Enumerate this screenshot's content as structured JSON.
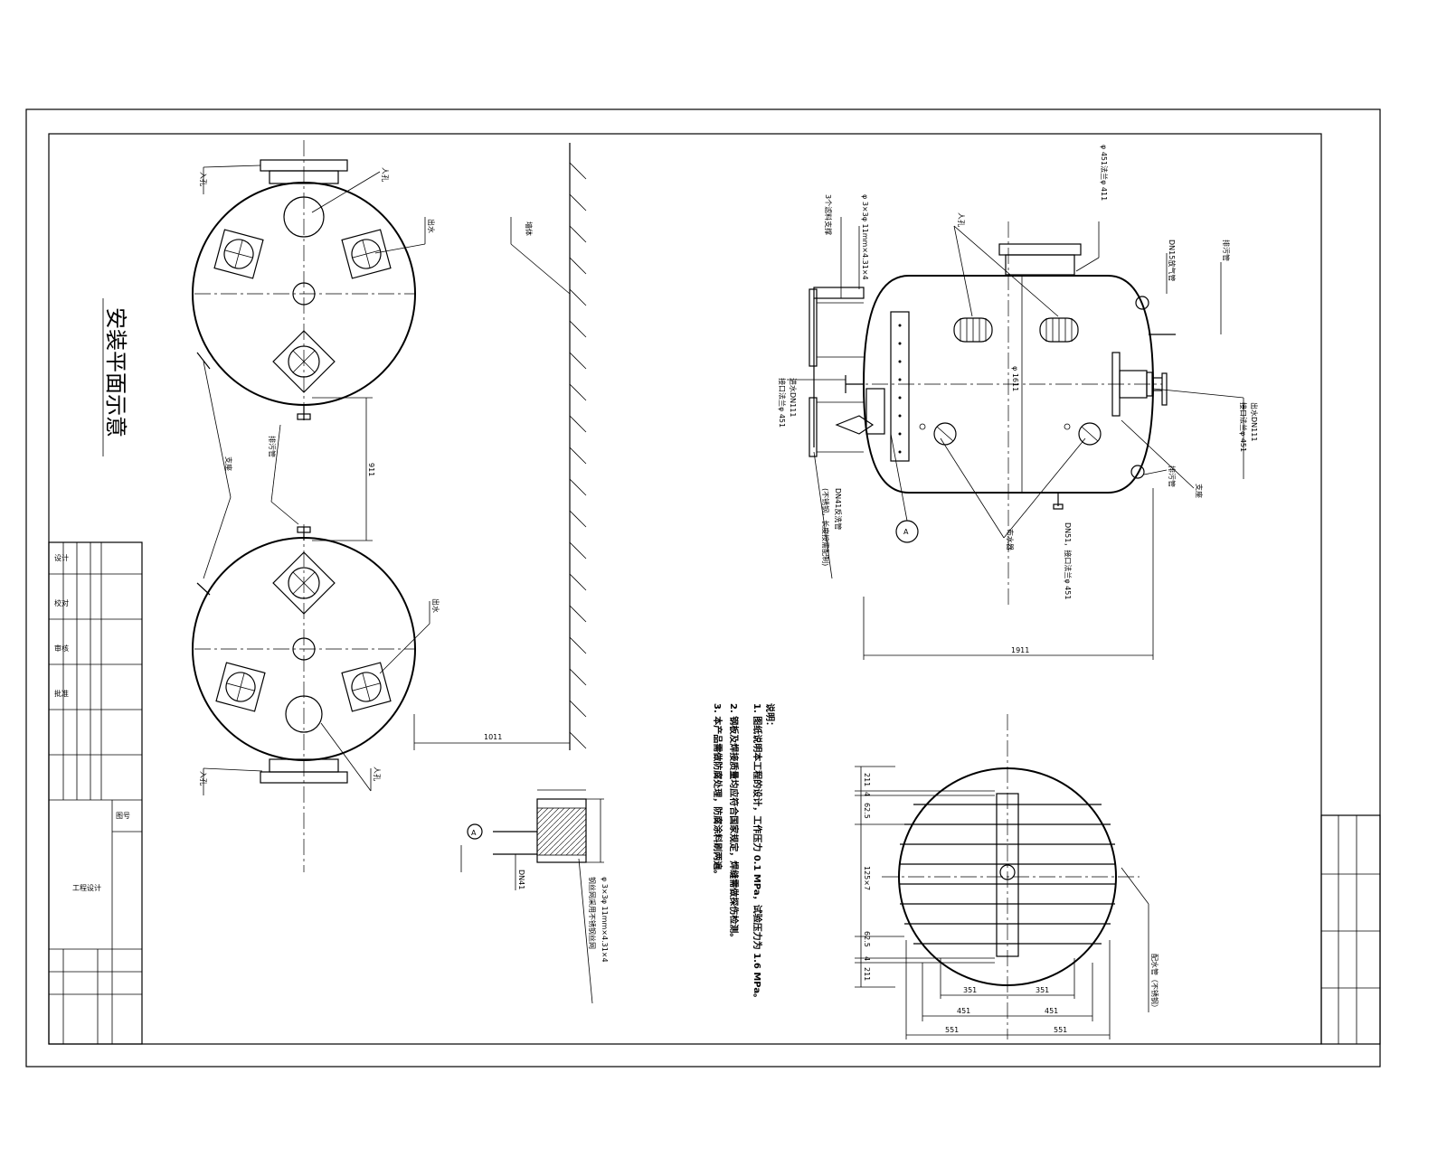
{
  "drawing": {
    "title": "安装平面示意",
    "dim_vessel_gap": "911",
    "dim_wall": "1011",
    "dim_length": "1911",
    "label_inlet": "入孔",
    "label_manhole": "人孔",
    "label_outlet": "出水",
    "label_wall": "墙体",
    "label_pipe": "排污管",
    "label_support": "支座",
    "label_detail_a": "A",
    "label_outlet_dn": "DN41",
    "label_filter_note": "φ 3×3φ 11mm×4.31×4",
    "label_filter_note2": "钢丝网采用不锈钢丝网",
    "notes_header": "说明：",
    "notes": [
      "1. 图纸说明本工程的设计，工作压力 0.1 MPa，试验压力为 1.6 MPa。",
      "2. 钢板及焊接质量均应符合国家规定，焊缝需做探伤检测。",
      "3. 本产品需做防腐处理，防腐涂料刷两遍。"
    ],
    "side_labels": {
      "top_flange": "φ 451法兰φ 411",
      "left_top": "3个滤料支撑",
      "left_mid": "进水DN111",
      "left_mid2": "接口法兰φ 451",
      "right_top": "DN15放气管",
      "right_mid": "出水DN111",
      "right_mid2": "接口法兰φ 451",
      "bottom_dn": "DN51，接口法兰φ 451",
      "manhole": "人孔",
      "support": "支座",
      "drain": "排污管",
      "inner": "布水器",
      "dia": "φ 1611",
      "dn41": "DN41反洗管",
      "dn41b": "(不锈钢，长度按需配制)"
    },
    "bottom_dims": {
      "d211a": "211",
      "d4a": "4",
      "d625a": "62.5",
      "d1257": "125×7",
      "d625b": "62.5",
      "d4b": "4",
      "d211b": "211",
      "d351l": "351",
      "d351r": "351",
      "d451l": "451",
      "d451r": "451",
      "d551l": "551",
      "d551r": "551",
      "label_distributor": "配水管（不锈钢）"
    }
  },
  "title_block": {
    "rows_left": [
      "设计",
      "校对",
      "审核",
      "批准"
    ],
    "company": "工程设计",
    "sheet": "图号"
  }
}
